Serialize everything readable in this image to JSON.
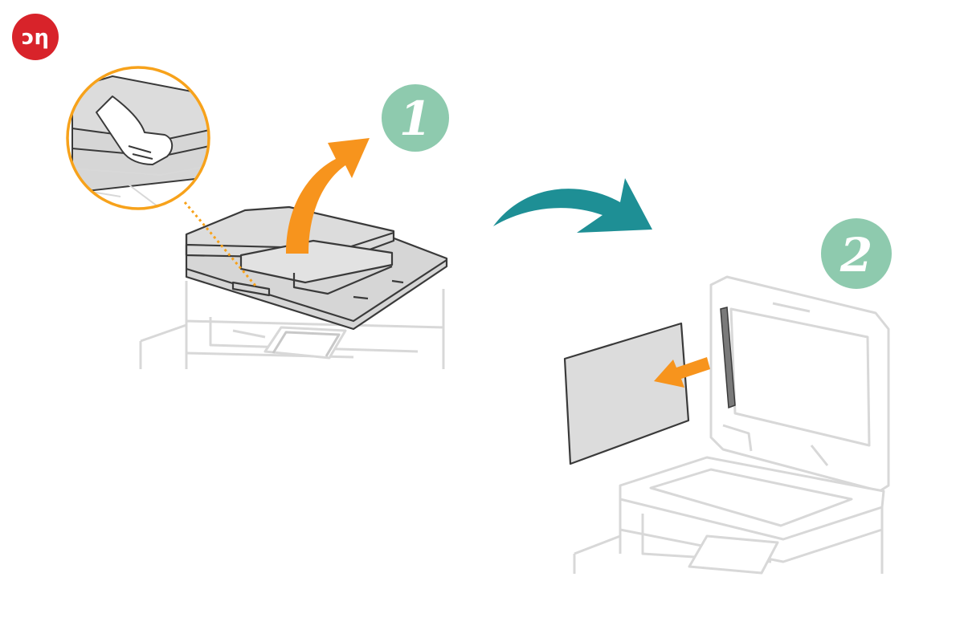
{
  "logo": {
    "text": "ↄη",
    "color": "#d8232a"
  },
  "steps": [
    {
      "number": "1",
      "color": "#8ecaae"
    },
    {
      "number": "2",
      "color": "#8ecaae"
    }
  ],
  "colors": {
    "lift_arrow": "#f7941d",
    "transition_arrow": "#1e8f95",
    "magnify_ring": "#f7a21b",
    "machine_outline": "#d8d8d8",
    "feeder_fill": "#d6d6d6",
    "feeder_outline": "#3a3a3a"
  },
  "icons": [
    "logo-badge",
    "magnifier-callout",
    "lift-arrow",
    "transition-arrow",
    "remove-paper-arrow"
  ]
}
